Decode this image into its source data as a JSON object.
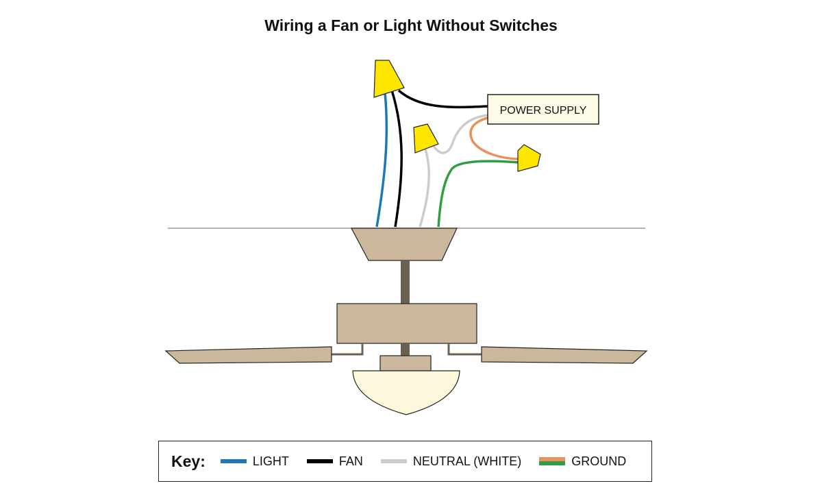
{
  "title": "Wiring a Fan or Light Without Switches",
  "power_supply_label": "POWER SUPPLY",
  "key": {
    "title": "Key:",
    "items": [
      {
        "label": "LIGHT",
        "color": "#1f78b4"
      },
      {
        "label": "FAN",
        "color": "#000000"
      },
      {
        "label": "NEUTRAL (WHITE)",
        "color": "#cccccc"
      },
      {
        "label": "GROUND",
        "colors": [
          "#e9915a",
          "#2ea043"
        ]
      }
    ]
  },
  "colors": {
    "wire_connector": "#ffe600",
    "fixture": "#cbb79c",
    "stem": "#6d5f52",
    "light_globe": "#fdf8dc",
    "power_box": "#fefbe6"
  }
}
